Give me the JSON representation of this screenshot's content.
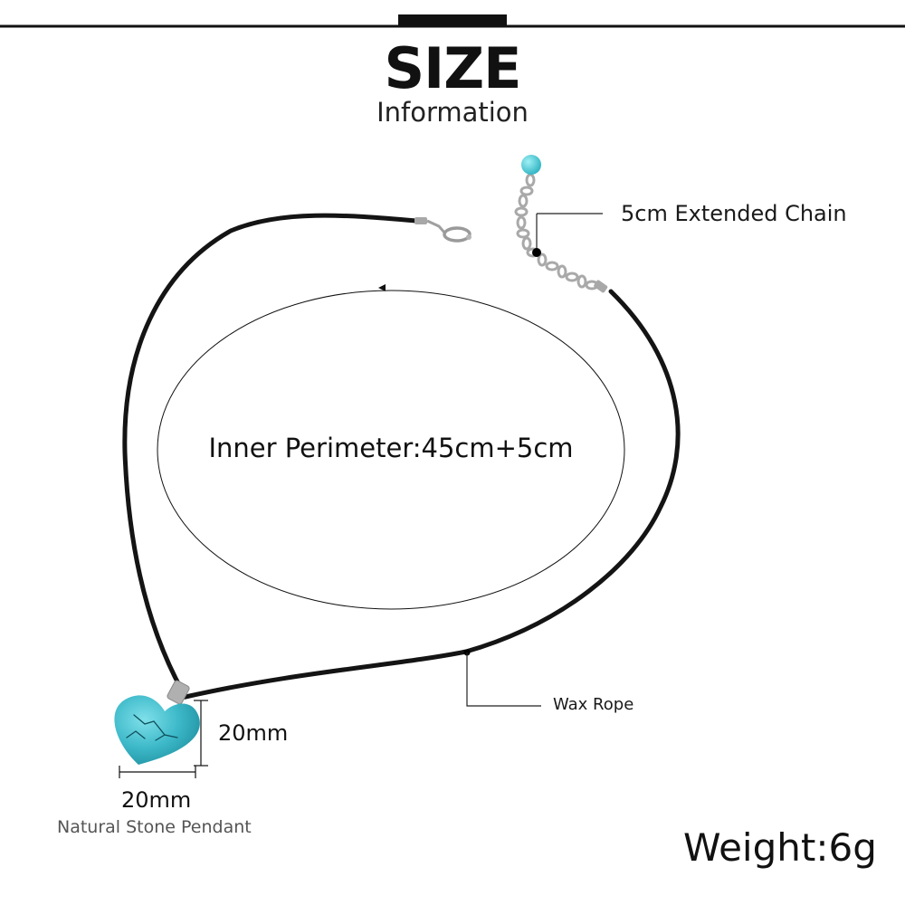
{
  "header": {
    "title": "SIZE",
    "subtitle": "Information"
  },
  "callouts": {
    "extended_chain": "5cm Extended Chain",
    "inner_perimeter": "Inner Perimeter:45cm+5cm",
    "wax_rope": "Wax Rope",
    "pendant_height": "20mm",
    "pendant_width": "20mm",
    "pendant_name": "Natural Stone Pendant",
    "weight": "Weight:6g"
  },
  "colors": {
    "stone": "#3cb8c8",
    "cord": "#141414",
    "metal": "#a8a8a8",
    "background": "#ffffff"
  }
}
